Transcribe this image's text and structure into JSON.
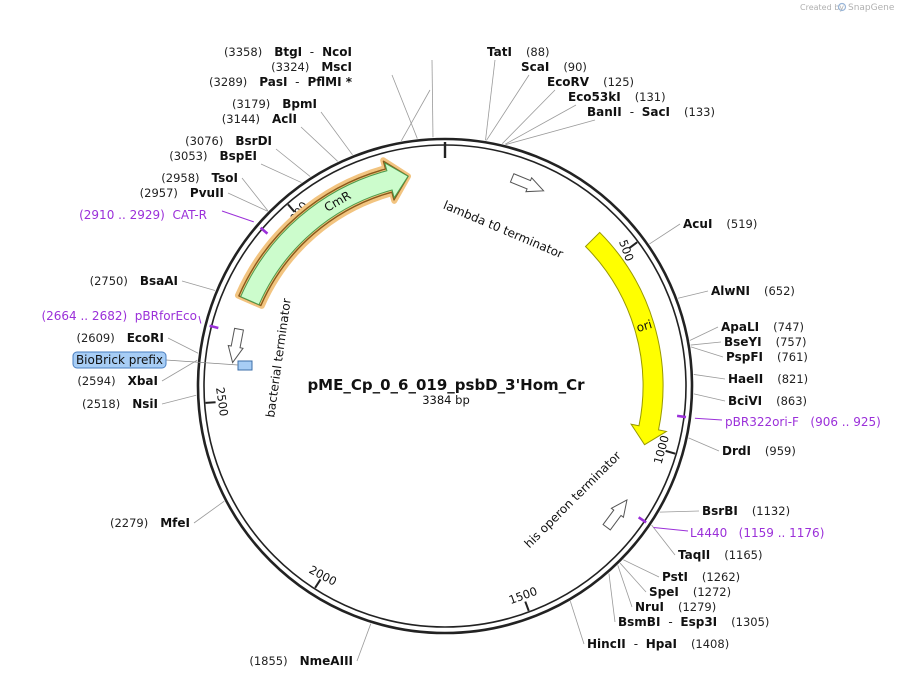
{
  "credit": "Created by",
  "brand": "SnapGene",
  "plasmid": {
    "name": "pME_Cp_0_6_019_psbD_3'Hom_Cr",
    "size_label": "3384 bp",
    "length": 3384
  },
  "colors": {
    "ring": "#222222",
    "primer": "#9b30d9",
    "cmr_fill": "#ccfccc",
    "cmr_stroke": "#4c9c4c",
    "cmr_glow": "#f2c480",
    "ori_fill": "#ffff00",
    "ori_stroke": "#999900",
    "terminator": "#ffffff",
    "biobrick": "#a7cdf5"
  },
  "ticks": [
    {
      "bp": 500,
      "label": "500"
    },
    {
      "bp": 1000,
      "label": "1000"
    },
    {
      "bp": 1500,
      "label": "1500"
    },
    {
      "bp": 2000,
      "label": "2000"
    },
    {
      "bp": 2500,
      "label": "2500"
    },
    {
      "bp": 3000,
      "label": "3000"
    }
  ],
  "enzymes": [
    {
      "pos": "(3358)",
      "bp": 3358,
      "names": [
        "BtgI",
        "NcoI"
      ]
    },
    {
      "pos": "(3324)",
      "bp": 3324,
      "names": [
        "MscI"
      ]
    },
    {
      "pos": "(3289)",
      "bp": 3289,
      "names": [
        "PasI",
        "PflMI *"
      ]
    },
    {
      "pos": "(3179)",
      "bp": 3179,
      "names": [
        "BpmI"
      ]
    },
    {
      "pos": "(3144)",
      "bp": 3144,
      "names": [
        "AclI"
      ]
    },
    {
      "pos": "(3076)",
      "bp": 3076,
      "names": [
        "BsrDI"
      ]
    },
    {
      "pos": "(3053)",
      "bp": 3053,
      "names": [
        "BspEI"
      ]
    },
    {
      "pos": "(2958)",
      "bp": 2958,
      "names": [
        "TsoI"
      ]
    },
    {
      "pos": "(2957)",
      "bp": 2957,
      "names": [
        "PvuII"
      ]
    },
    {
      "pos": "(2750)",
      "bp": 2750,
      "names": [
        "BsaAI"
      ]
    },
    {
      "pos": "(2609)",
      "bp": 2609,
      "names": [
        "EcoRI"
      ]
    },
    {
      "pos": "(2594)",
      "bp": 2594,
      "names": [
        "XbaI"
      ]
    },
    {
      "pos": "(2518)",
      "bp": 2518,
      "names": [
        "NsiI"
      ]
    },
    {
      "pos": "(2279)",
      "bp": 2279,
      "names": [
        "MfeI"
      ]
    },
    {
      "pos": "(1855)",
      "bp": 1855,
      "names": [
        "NmeAIII"
      ]
    },
    {
      "pos": "(88)",
      "bp": 88,
      "names": [
        "TatI"
      ]
    },
    {
      "pos": "(90)",
      "bp": 90,
      "names": [
        "ScaI"
      ]
    },
    {
      "pos": "(125)",
      "bp": 125,
      "names": [
        "EcoRV"
      ]
    },
    {
      "pos": "(131)",
      "bp": 131,
      "names": [
        "Eco53kI"
      ]
    },
    {
      "pos": "(133)",
      "bp": 133,
      "names": [
        "BanII",
        "SacI"
      ]
    },
    {
      "pos": "(519)",
      "bp": 519,
      "names": [
        "AcuI"
      ]
    },
    {
      "pos": "(652)",
      "bp": 652,
      "names": [
        "AlwNI"
      ]
    },
    {
      "pos": "(747)",
      "bp": 747,
      "names": [
        "ApaLI"
      ]
    },
    {
      "pos": "(757)",
      "bp": 757,
      "names": [
        "BseYI"
      ]
    },
    {
      "pos": "(761)",
      "bp": 761,
      "names": [
        "PspFI"
      ]
    },
    {
      "pos": "(821)",
      "bp": 821,
      "names": [
        "HaeII"
      ]
    },
    {
      "pos": "(863)",
      "bp": 863,
      "names": [
        "BciVI"
      ]
    },
    {
      "pos": "(959)",
      "bp": 959,
      "names": [
        "DrdI"
      ]
    },
    {
      "pos": "(1132)",
      "bp": 1132,
      "names": [
        "BsrBI"
      ]
    },
    {
      "pos": "(1165)",
      "bp": 1165,
      "names": [
        "TaqII"
      ]
    },
    {
      "pos": "(1262)",
      "bp": 1262,
      "names": [
        "PstI"
      ]
    },
    {
      "pos": "(1272)",
      "bp": 1272,
      "names": [
        "SpeI"
      ]
    },
    {
      "pos": "(1279)",
      "bp": 1279,
      "names": [
        "NruI"
      ]
    },
    {
      "pos": "(1305)",
      "bp": 1305,
      "names": [
        "BsmBI",
        "Esp3I"
      ]
    },
    {
      "pos": "(1408)",
      "bp": 1408,
      "names": [
        "HincII",
        "HpaI"
      ]
    }
  ],
  "primers": [
    {
      "name": "CAT-R",
      "range": "(2910 .. 2929)",
      "bp": 2920
    },
    {
      "name": "pBRforEco",
      "range": "(2664 .. 2682)",
      "bp": 2673
    },
    {
      "name": "pBR322ori-F",
      "range": "(906 .. 925)",
      "bp": 915
    },
    {
      "name": "L4440",
      "range": "(1159 .. 1176)",
      "bp": 1167
    }
  ],
  "features": [
    {
      "name": "CmR",
      "type": "cds",
      "start": 2760,
      "end": 3290
    },
    {
      "name": "ori",
      "type": "ori",
      "start": 425,
      "end": 1000
    },
    {
      "name": "lambda t0 terminator",
      "type": "terminator",
      "bp": 210
    },
    {
      "name": "his operon terminator",
      "type": "terminator",
      "bp": 1190
    },
    {
      "name": "bacterial terminator",
      "type": "terminator",
      "bp": 2640
    },
    {
      "name": "BioBrick prefix",
      "type": "misc",
      "bp": 2600
    }
  ]
}
